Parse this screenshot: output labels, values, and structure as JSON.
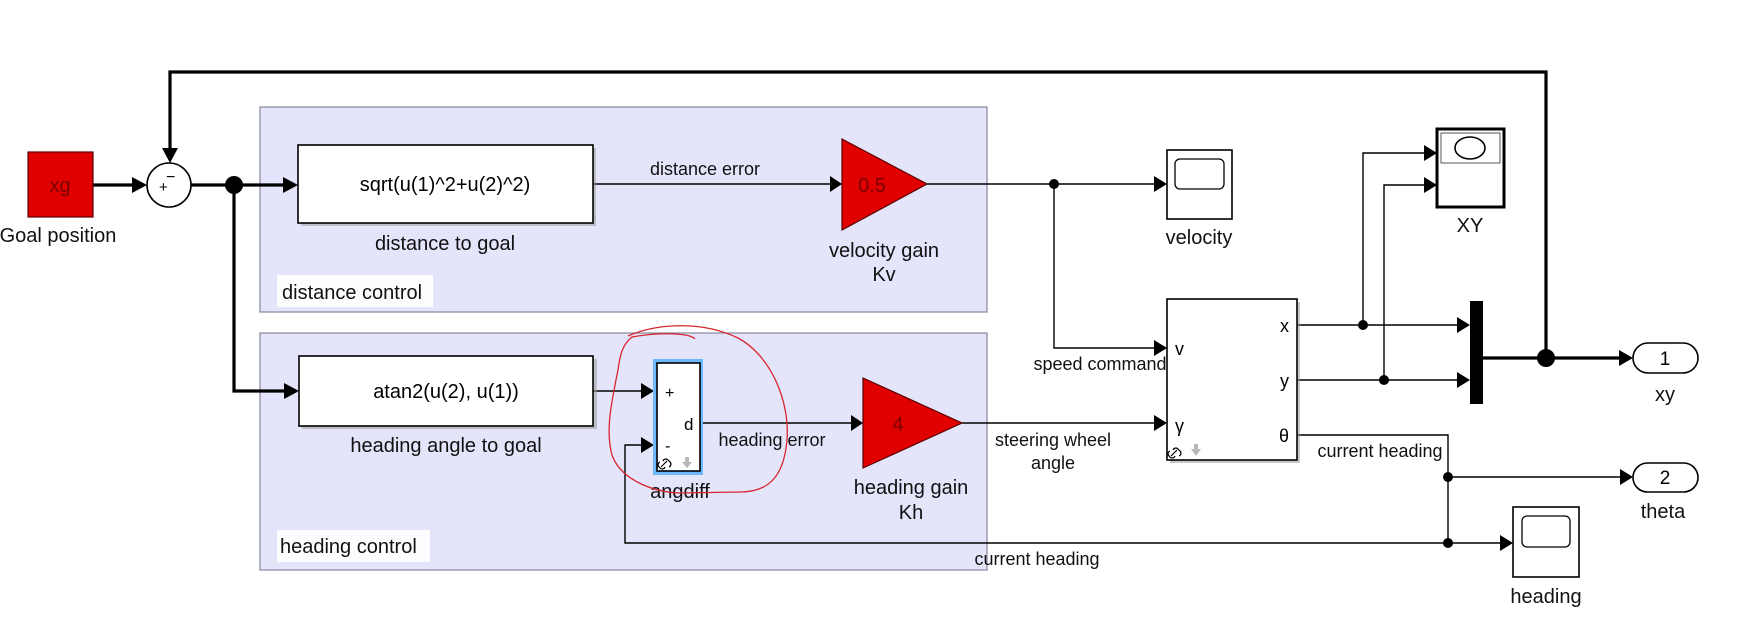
{
  "diagram": {
    "type": "simulink-block-diagram",
    "colors": {
      "subsystem_fill": "#e4e4fb",
      "gain_fill": "#e10000",
      "constant_fill": "#e10000",
      "selection_highlight": "#6db8ff",
      "annotation_stroke": "#d8262e",
      "wire": "#000000"
    },
    "blocks": {
      "goal_constant": {
        "value": "xg",
        "label": "Goal position"
      },
      "sum": {
        "signs": [
          "+",
          "−"
        ]
      },
      "distance_fcn": {
        "expression": "sqrt(u(1)^2+u(2)^2)",
        "label": "distance to goal"
      },
      "heading_fcn": {
        "expression": "atan2(u(2), u(1))",
        "label": "heading angle to goal"
      },
      "angdiff": {
        "label": "angdiff",
        "ports_in": [
          "+",
          "-"
        ],
        "port_out": "d",
        "selected": true
      },
      "velocity_gain": {
        "value": "0.5",
        "label_line1": "velocity gain",
        "label_line2": "Kv"
      },
      "heading_gain": {
        "value": "4",
        "label_line1": "heading gain",
        "label_line2": "Kh"
      },
      "velocity_scope": {
        "label": "velocity"
      },
      "xy_graph": {
        "label": "XY"
      },
      "bicycle": {
        "ports_in": [
          "v",
          "γ"
        ],
        "ports_out": [
          "x",
          "y",
          "θ"
        ]
      },
      "mux": {},
      "outport_xy": {
        "number": "1",
        "label": "xy"
      },
      "outport_theta": {
        "number": "2",
        "label": "theta"
      },
      "heading_scope": {
        "label": "heading"
      }
    },
    "subsystems": {
      "distance": {
        "title": "distance control"
      },
      "heading": {
        "title": "heading control"
      }
    },
    "signals": {
      "distance_error": "distance error",
      "heading_error": "heading error",
      "speed_command": "speed command",
      "steering_line1": "steering wheel",
      "steering_line2": "angle",
      "current_heading_top": "current heading",
      "current_heading_bottom": "current heading"
    },
    "annotations": {
      "hand_drawn_circle_around": "angdiff"
    }
  }
}
